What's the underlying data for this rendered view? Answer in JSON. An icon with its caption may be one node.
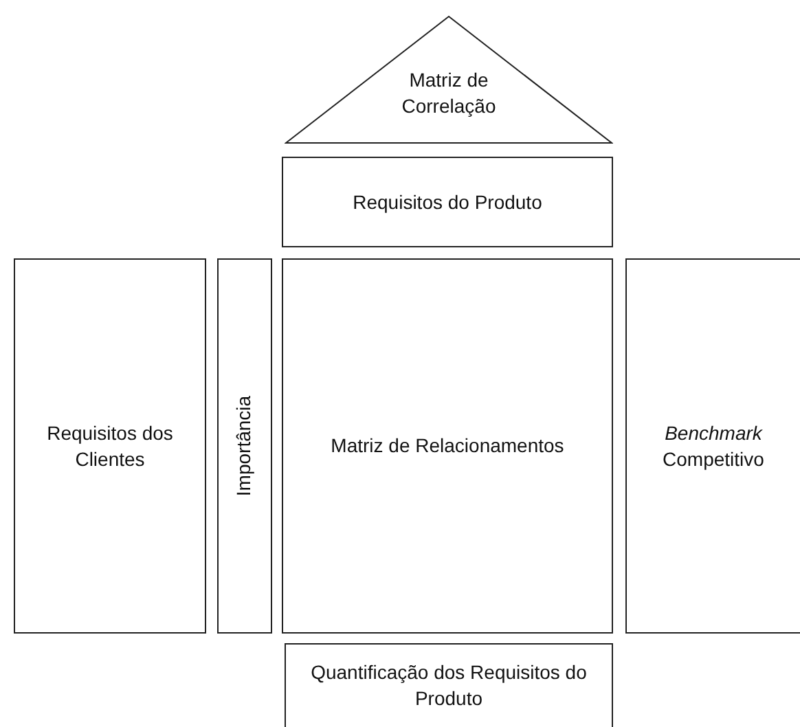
{
  "diagram": {
    "nodes": [
      {
        "text": [
          "Matriz de Correlação"
        ]
      },
      {
        "text": [
          "Requisitos do Produto"
        ]
      },
      {
        "text": [
          "Requisitos dos Clientes"
        ]
      },
      {
        "text": [
          "Importância"
        ]
      },
      {
        "text": [
          "Matriz de Relacionamentos"
        ]
      },
      {
        "text": [
          "*Benchmark* Competitivo"
        ]
      },
      {
        "text": [
          "Quantificação dos Requisitos do Produto"
        ]
      }
    ]
  }
}
